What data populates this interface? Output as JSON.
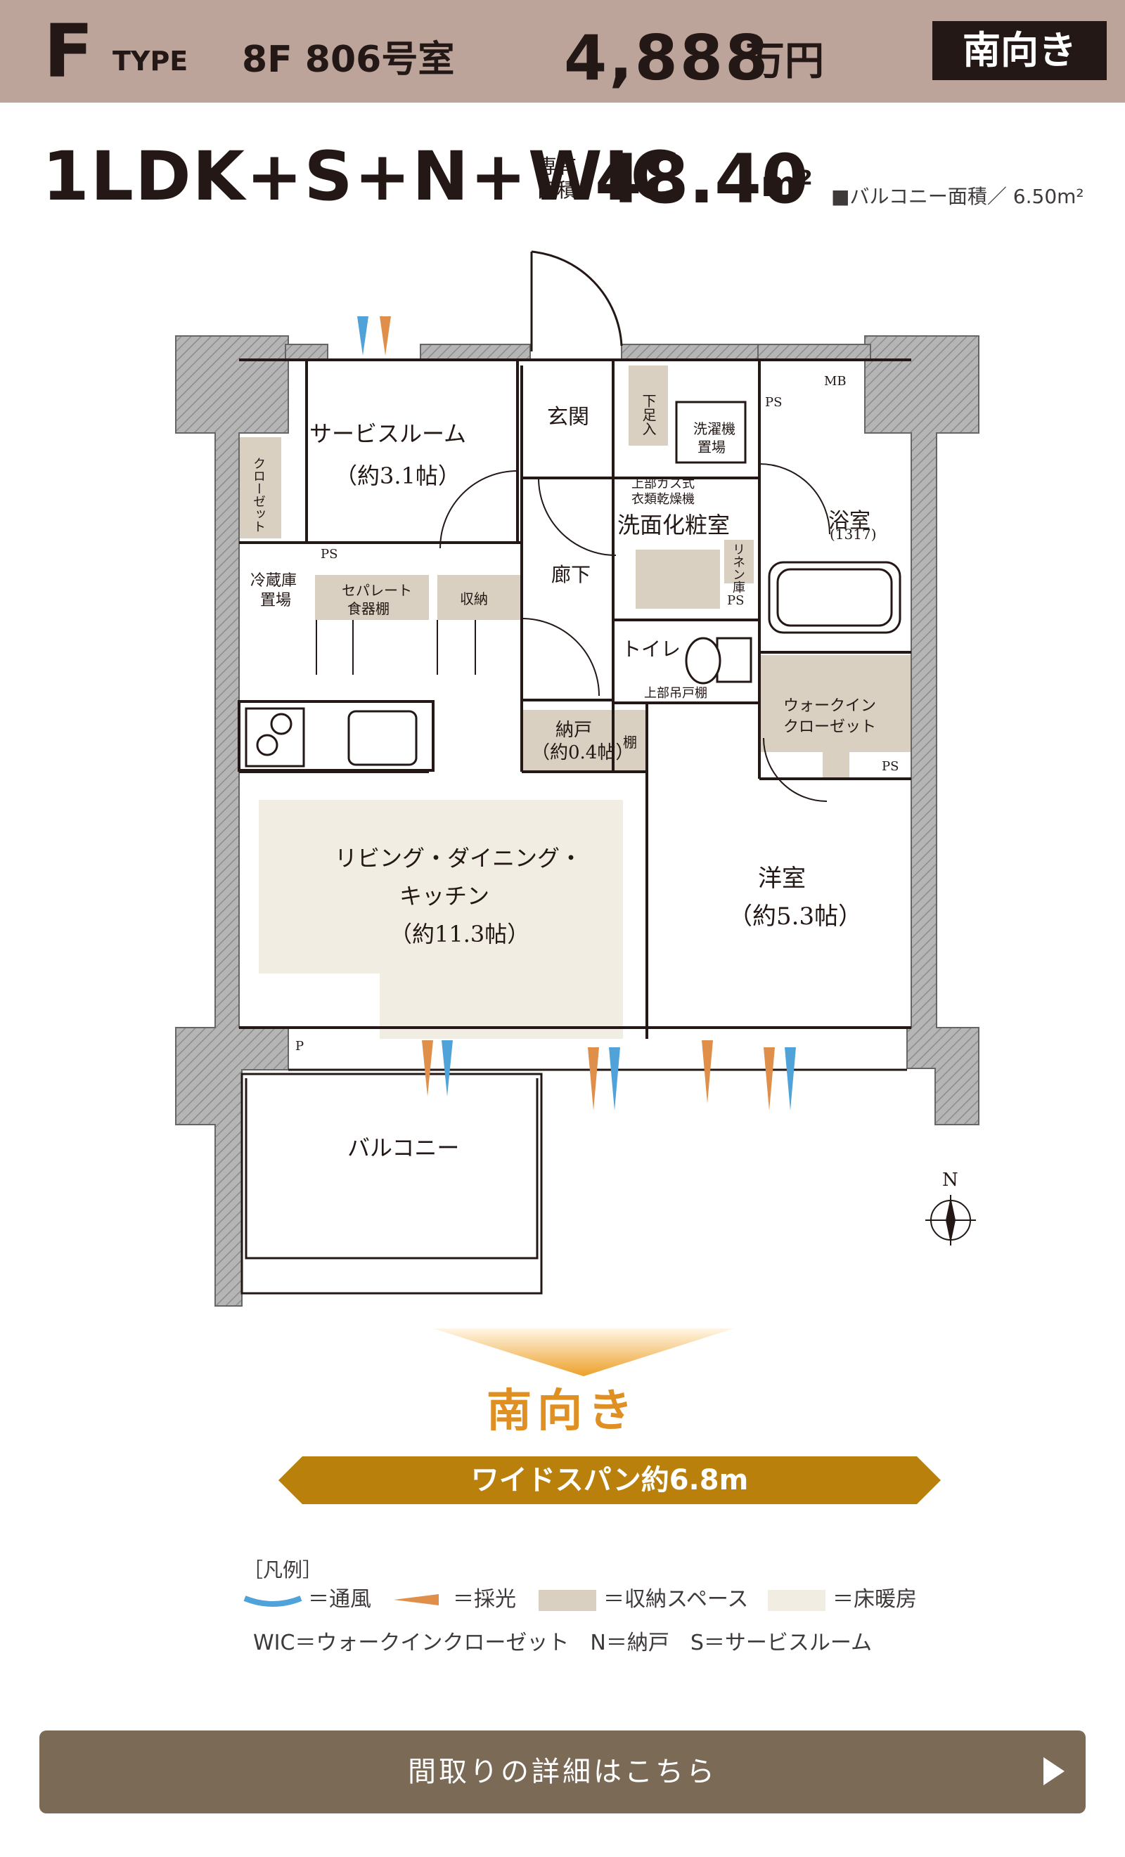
{
  "header": {
    "type_letter": "F",
    "type_word": "TYPE",
    "room": "8F 806号室",
    "price": "4,888",
    "price_unit": "万円",
    "orientation_badge": "南向き"
  },
  "specs": {
    "layout": "1LDK+S+N+WIC",
    "area_label": "専有面積",
    "area_value": "48.40",
    "area_unit": "m²",
    "balcony_area": "■バルコニー面積／ 6.50m²"
  },
  "floorplan": {
    "rooms": {
      "service_room": "サービスルーム",
      "service_room_size": "（約3.1帖）",
      "closet": "クローゼット",
      "fridge": "冷蔵庫",
      "fridge2": "置場",
      "cupboard": "セパレート",
      "cupboard2": "食器棚",
      "storage": "収納",
      "entrance": "玄関",
      "shoe_box": "下足入",
      "washer": "洗濯機",
      "washer2": "置場",
      "dryer": "上部ガス式",
      "dryer2": "衣類乾燥機",
      "washroom": "洗面化粧室",
      "linen": "リネン庫",
      "bath": "浴室",
      "bath_size": "(1317)",
      "corridor": "廊下",
      "toilet": "トイレ",
      "upper_cabinet": "上部吊戸棚",
      "nando": "納戸",
      "nando_size": "（約0.4帖）",
      "shelf": "棚",
      "wic": "ウォークイン",
      "wic2": "クローゼット",
      "ldk": "リビング・ダイニング・",
      "ldk2": "キッチン",
      "ldk_size": "（約11.3帖）",
      "western": "洋室",
      "western_size": "（約5.3帖）",
      "balcony": "バルコニー",
      "ps": "PS",
      "mb": "MB",
      "p": "P",
      "north": "N"
    }
  },
  "orientation_label": "南向き",
  "span_label": "ワイドスパン約6.8m",
  "legend": {
    "title": "［凡例］",
    "ventilation": "＝通風",
    "daylight": "＝採光",
    "storage_space": "＝収納スペース",
    "floor_heating": "＝床暖房",
    "abbreviations": "WIC＝ウォークインクローゼット　N＝納戸　S＝サービスルーム"
  },
  "detail_button": "間取りの詳細はこちら",
  "colors": {
    "header_bg": "#bca49b",
    "storage": "#d9d0c1",
    "floor_heating": "#f1ede2",
    "wall": "#9a9a9a",
    "ventilation": "#4fa3d9",
    "daylight": "#e08f4a",
    "accent": "#e08f22",
    "span_bar": "#b9800c",
    "button": "#7a6a56"
  }
}
